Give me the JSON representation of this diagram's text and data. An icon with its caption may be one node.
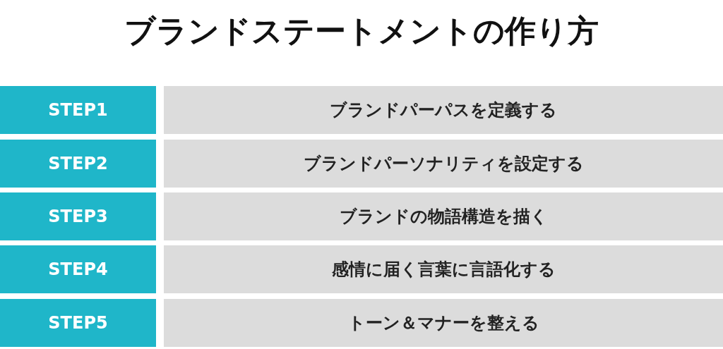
{
  "diagram": {
    "title": "ブランドステートメントの作り方",
    "nodes": [
      {
        "text": [
          "STEP1"
        ]
      },
      {
        "text": [
          "ブランドパーパスを定義する"
        ]
      },
      {
        "text": [
          "STEP2"
        ]
      },
      {
        "text": [
          "ブランドパーソナリティを設定する"
        ]
      },
      {
        "text": [
          "STEP3"
        ]
      },
      {
        "text": [
          "ブランドの物語構造を描く"
        ]
      },
      {
        "text": [
          "STEP4"
        ]
      },
      {
        "text": [
          "感情に届く言葉に言語化する"
        ]
      },
      {
        "text": [
          "STEP5"
        ]
      },
      {
        "text": [
          "トーン＆マナーを整える"
        ]
      }
    ]
  }
}
